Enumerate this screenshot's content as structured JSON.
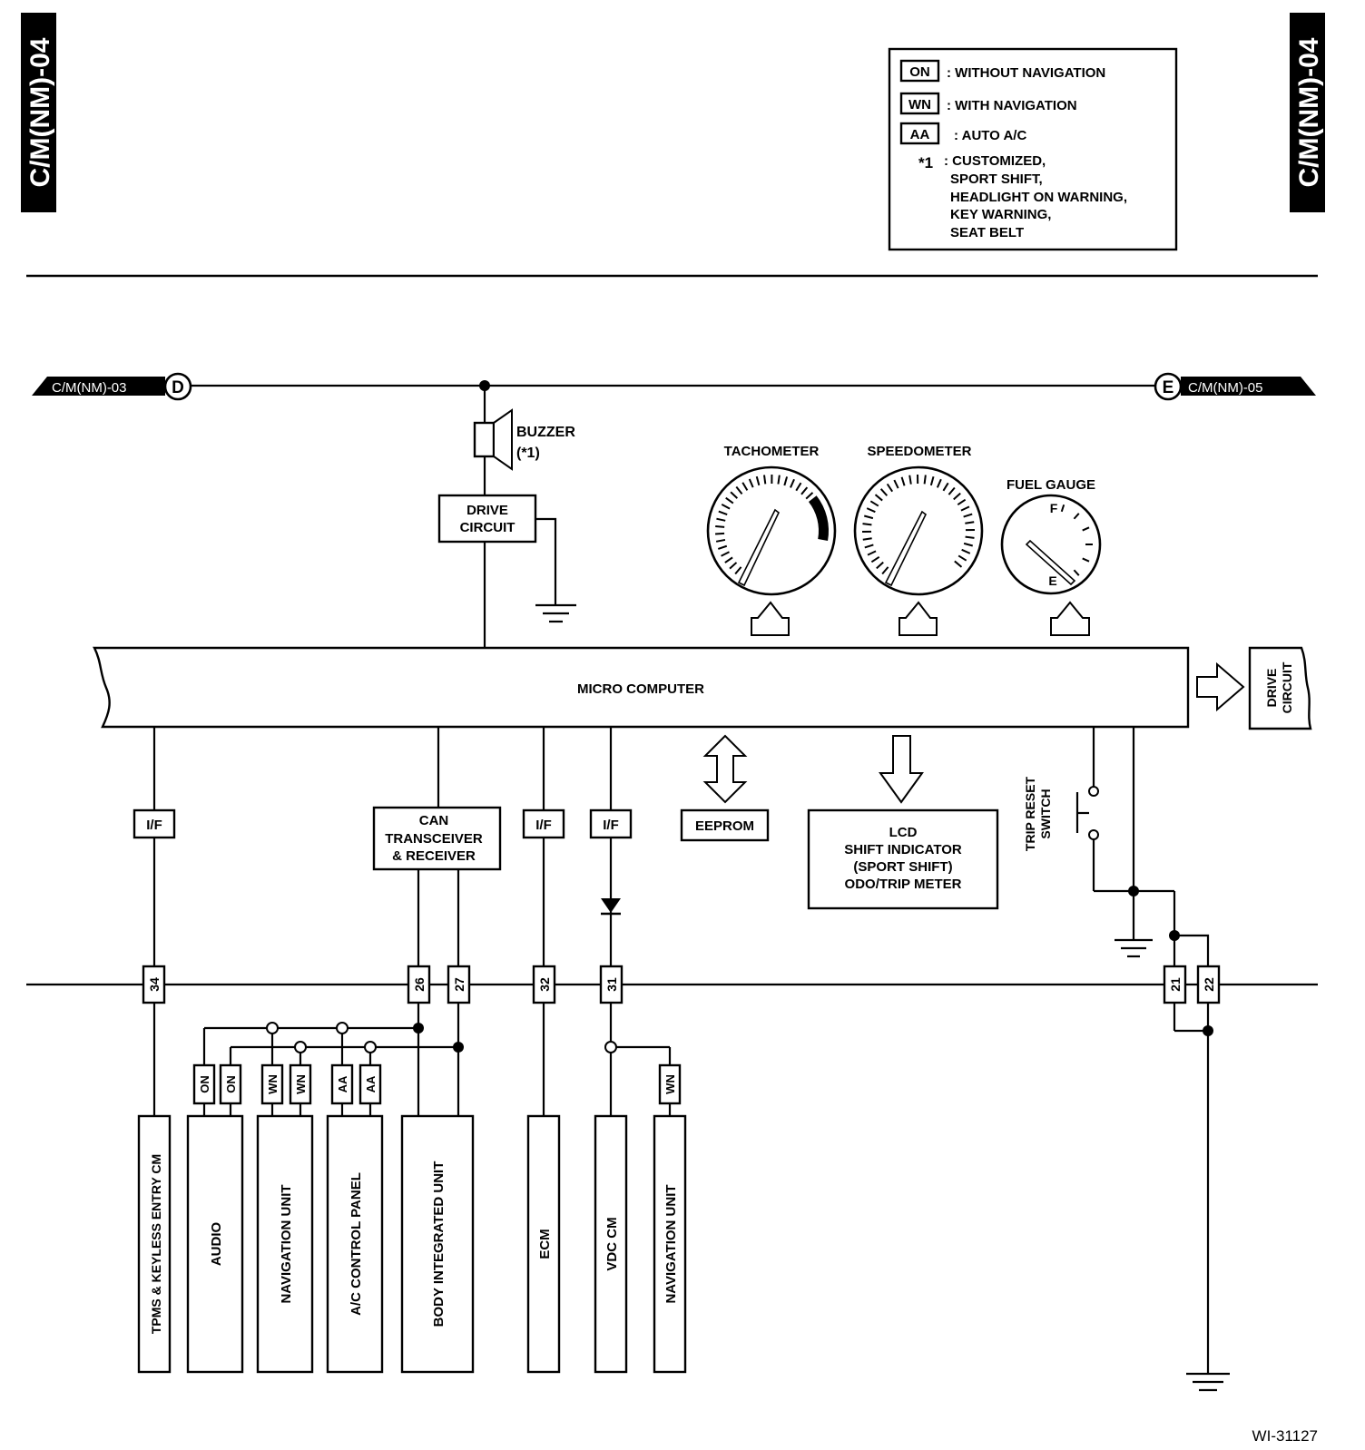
{
  "page_tag": "C/M(NM)-04",
  "legend": {
    "entries": [
      {
        "code": "ON",
        "desc": ": WITHOUT NAVIGATION"
      },
      {
        "code": "WN",
        "desc": ": WITH NAVIGATION"
      },
      {
        "code": "AA",
        "desc": ": AUTO A/C"
      }
    ],
    "note_mark": "*1",
    "note_lines": [
      ": CUSTOMIZED,",
      "SPORT SHIFT,",
      "HEADLIGHT ON WARNING,",
      "KEY WARNING,",
      "SEAT BELT"
    ]
  },
  "connectors": {
    "left": "C/M(NM)-03",
    "left_letter": "D",
    "right": "C/M(NM)-05",
    "right_letter": "E"
  },
  "buzzer": {
    "label": "BUZZER",
    "note": "(*1)"
  },
  "drive_circuit_top": [
    "DRIVE",
    "CIRCUIT"
  ],
  "gauges": {
    "tachometer": "TACHOMETER",
    "speedometer": "SPEEDOMETER",
    "fuel": "FUEL GAUGE",
    "fuel_full": "F",
    "fuel_empty": "E"
  },
  "micro_computer": "MICRO COMPUTER",
  "drive_circuit_side": [
    "DRIVE",
    "CIRCUIT"
  ],
  "interfaces": {
    "if": "I/F",
    "can": [
      "CAN",
      "TRANSCEIVER",
      "& RECEIVER"
    ],
    "eeprom": "EEPROM"
  },
  "lcd": [
    "LCD",
    "SHIFT INDICATOR",
    "(SPORT SHIFT)",
    "ODO/TRIP METER"
  ],
  "trip_reset": [
    "TRIP RESET",
    "SWITCH"
  ],
  "terminals": [
    "34",
    "26",
    "27",
    "32",
    "31",
    "21",
    "22"
  ],
  "option_tags": [
    "ON",
    "ON",
    "WN",
    "WN",
    "AA",
    "AA",
    "WN"
  ],
  "units": [
    "TPMS & KEYLESS ENTRY CM",
    "AUDIO",
    "NAVIGATION UNIT",
    "A/C CONTROL PANEL",
    "BODY INTEGRATED UNIT",
    "ECM",
    "VDC CM",
    "NAVIGATION UNIT"
  ],
  "figure_id": "WI-31127"
}
